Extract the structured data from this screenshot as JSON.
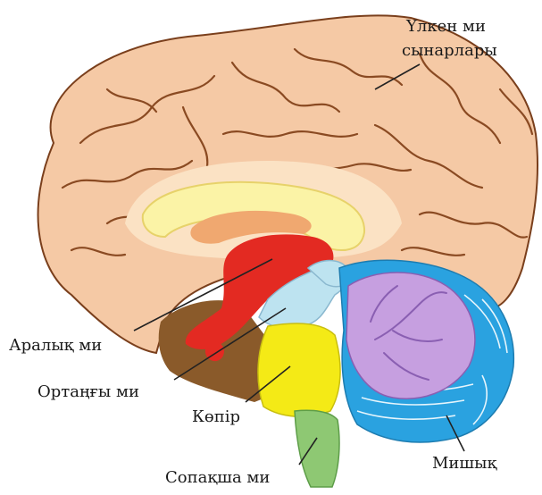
{
  "diagram": {
    "labels": {
      "cerebrum_line1": "Үлкен ми",
      "cerebrum_line2": "сынарлары",
      "diencephalon": "Аралық ми",
      "midbrain": "Ортаңғы ми",
      "pons": "Көпір",
      "medulla": "Сопақша ми",
      "cerebellum": "Мишық"
    },
    "colors": {
      "cortex": "#f5c9a5",
      "gyri": "#8a4a22",
      "corpus_callosum": "#fbf3a6",
      "fornix_orange": "#f0a870",
      "diencephalon": "#e32a22",
      "midbrain": "#bde3f0",
      "pons": "#f4ea16",
      "medulla": "#8ec873",
      "cerebellum_white": "#c69fe0",
      "cerebellum_cortex": "#2aa2e0",
      "brainstem_base": "#8a5a2a"
    }
  }
}
